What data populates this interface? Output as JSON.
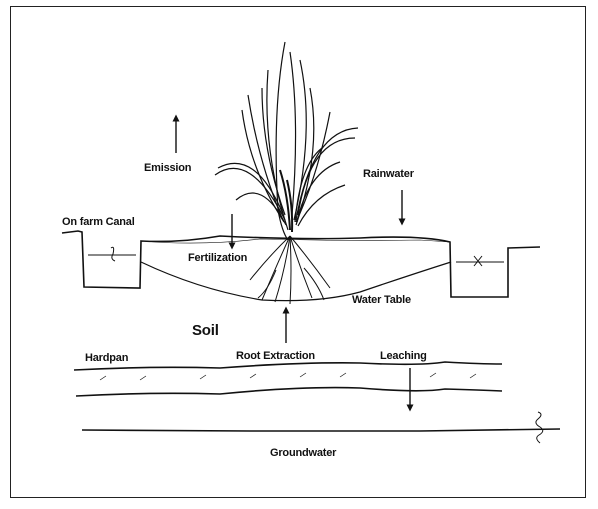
{
  "diagram": {
    "labels": {
      "emission": "Emission",
      "rainwater": "Rainwater",
      "on_farm_canal": "On farm Canal",
      "fertilization": "Fertilization",
      "water_table": "Water Table",
      "soil": "Soil",
      "root_extraction": "Root Extraction",
      "hardpan": "Hardpan",
      "leaching": "Leaching",
      "groundwater": "Groundwater"
    },
    "colors": {
      "ink": "#111111",
      "background": "#ffffff"
    }
  }
}
